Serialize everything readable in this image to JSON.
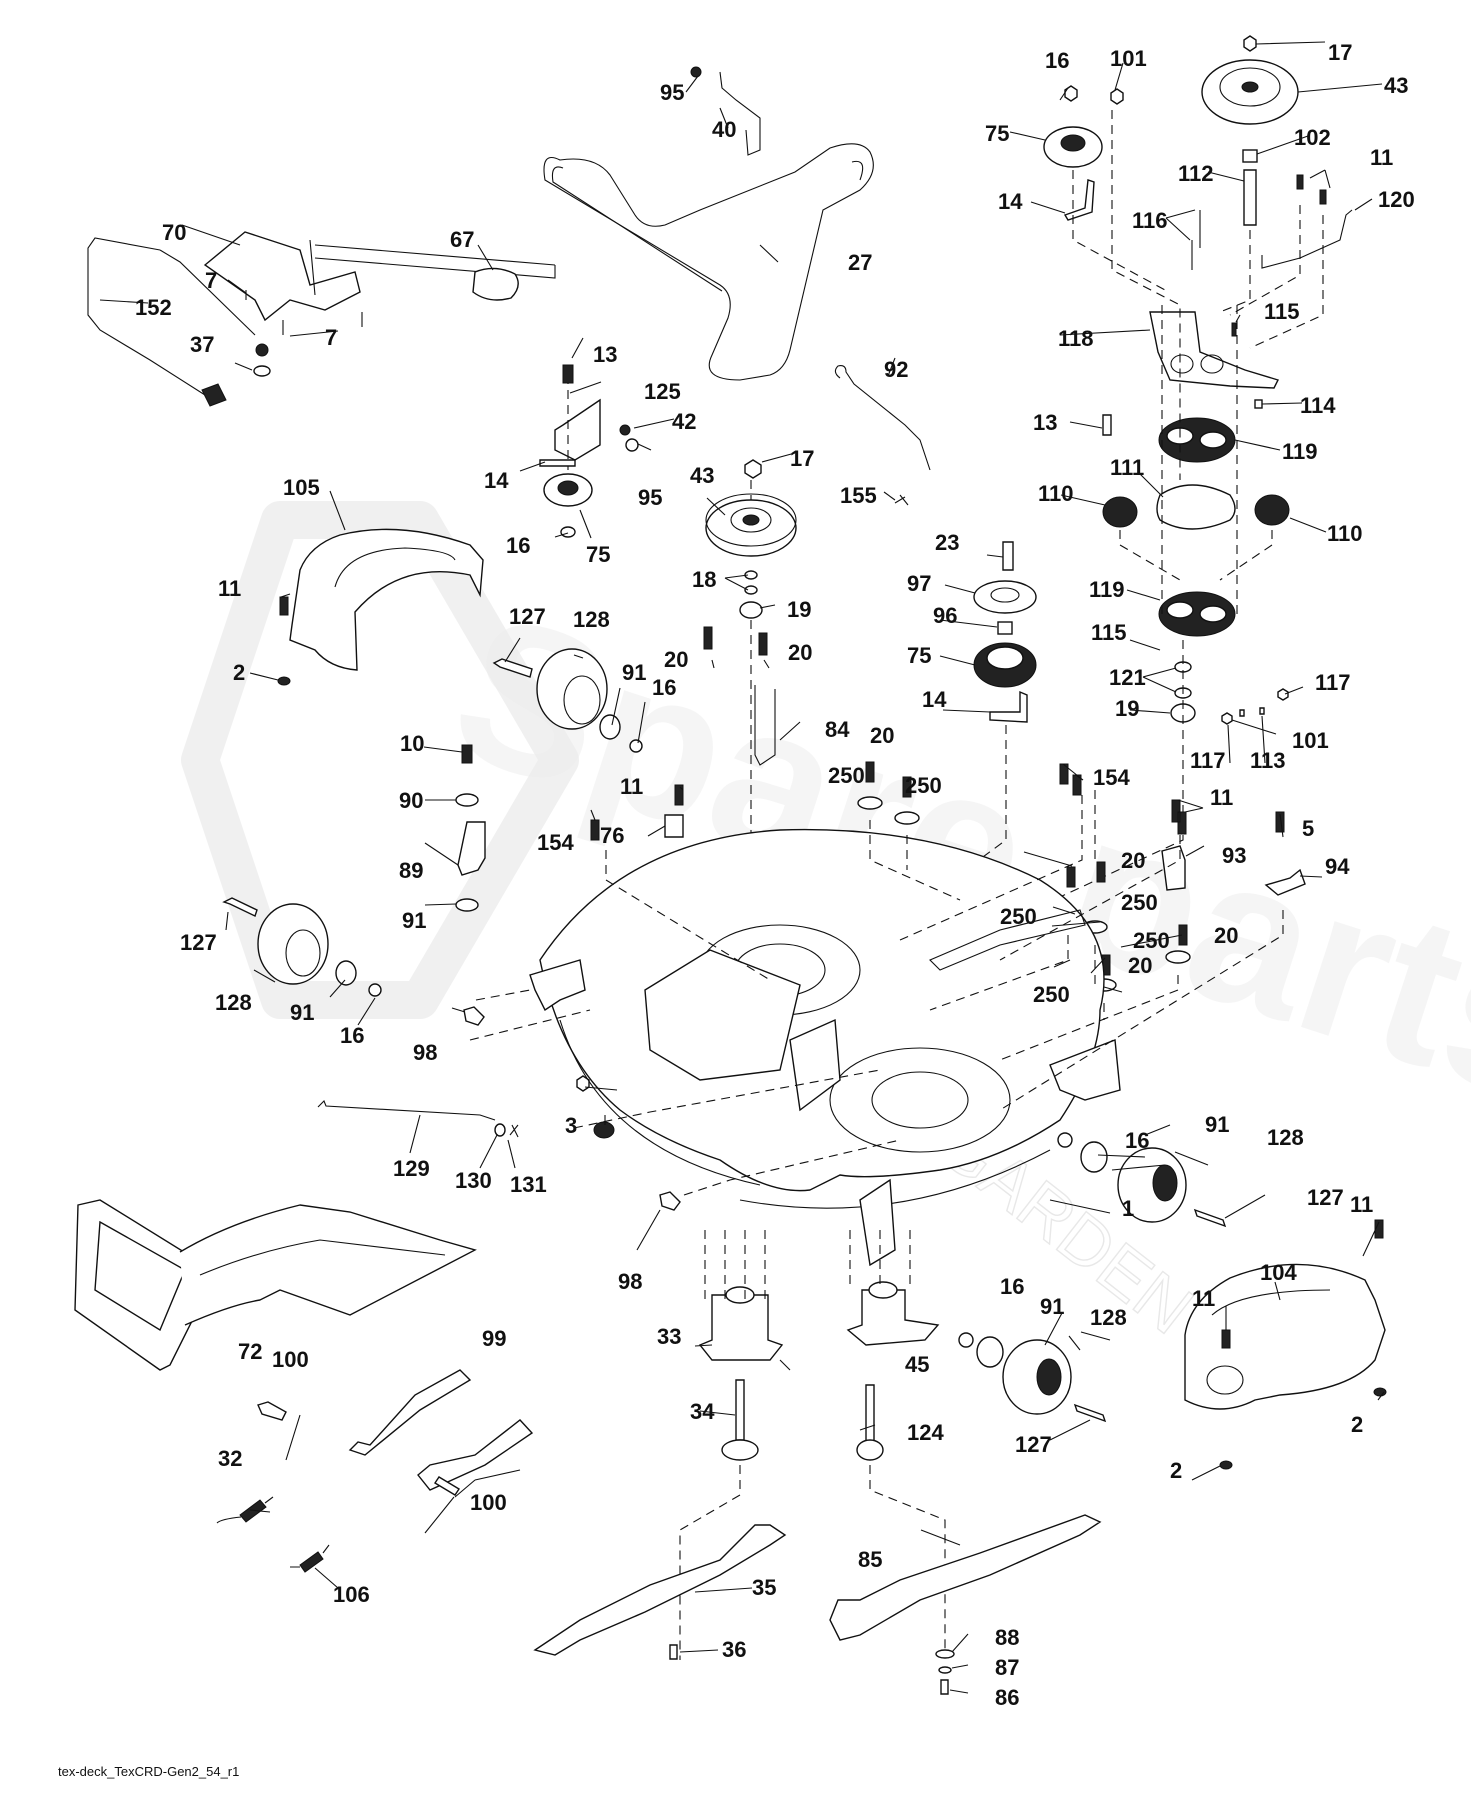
{
  "diagram": {
    "type": "exploded-parts-diagram",
    "subject": "Mower deck assembly",
    "caption": "tex-deck_TexCRD-Gen2_54_r1",
    "watermark": {
      "main": "Spare parts",
      "sub": "GARDEN",
      "color": "#ececec"
    },
    "line_color": "#111111",
    "callouts": [
      {
        "id": "c95a",
        "label": "95"
      },
      {
        "id": "c40",
        "label": "40"
      },
      {
        "id": "c27",
        "label": "27"
      },
      {
        "id": "c70",
        "label": "70"
      },
      {
        "id": "c67",
        "label": "67"
      },
      {
        "id": "c7a",
        "label": "7"
      },
      {
        "id": "c7b",
        "label": "7"
      },
      {
        "id": "c152",
        "label": "152"
      },
      {
        "id": "c37",
        "label": "37"
      },
      {
        "id": "c13a",
        "label": "13"
      },
      {
        "id": "c125",
        "label": "125"
      },
      {
        "id": "c42",
        "label": "42"
      },
      {
        "id": "c14a",
        "label": "14"
      },
      {
        "id": "c95b",
        "label": "95"
      },
      {
        "id": "c16a",
        "label": "16"
      },
      {
        "id": "c75a",
        "label": "75"
      },
      {
        "id": "c92",
        "label": "92"
      },
      {
        "id": "c155",
        "label": "155"
      },
      {
        "id": "c17a",
        "label": "17"
      },
      {
        "id": "c43a",
        "label": "43"
      },
      {
        "id": "c18",
        "label": "18"
      },
      {
        "id": "c19a",
        "label": "19"
      },
      {
        "id": "c105",
        "label": "105"
      },
      {
        "id": "c11a",
        "label": "11"
      },
      {
        "id": "c2a",
        "label": "2"
      },
      {
        "id": "c127a",
        "label": "127"
      },
      {
        "id": "c128a",
        "label": "128"
      },
      {
        "id": "c91a",
        "label": "91"
      },
      {
        "id": "c16b",
        "label": "16"
      },
      {
        "id": "c20a",
        "label": "20"
      },
      {
        "id": "c20b",
        "label": "20"
      },
      {
        "id": "c84",
        "label": "84"
      },
      {
        "id": "c10",
        "label": "10"
      },
      {
        "id": "c90",
        "label": "90"
      },
      {
        "id": "c11b",
        "label": "11"
      },
      {
        "id": "c76",
        "label": "76"
      },
      {
        "id": "c89",
        "label": "89"
      },
      {
        "id": "c91b",
        "label": "91"
      },
      {
        "id": "c154a",
        "label": "154"
      },
      {
        "id": "c20c",
        "label": "20"
      },
      {
        "id": "c250a",
        "label": "250"
      },
      {
        "id": "c250b",
        "label": "250"
      },
      {
        "id": "c16c",
        "label": "16"
      },
      {
        "id": "c101a",
        "label": "101"
      },
      {
        "id": "c75b",
        "label": "75"
      },
      {
        "id": "c14b",
        "label": "14"
      },
      {
        "id": "c17b",
        "label": "17"
      },
      {
        "id": "c43b",
        "label": "43"
      },
      {
        "id": "c102",
        "label": "102"
      },
      {
        "id": "c112",
        "label": "112"
      },
      {
        "id": "c11c",
        "label": "11"
      },
      {
        "id": "c120",
        "label": "120"
      },
      {
        "id": "c116",
        "label": "116"
      },
      {
        "id": "c115a",
        "label": "115"
      },
      {
        "id": "c118",
        "label": "118"
      },
      {
        "id": "c114",
        "label": "114"
      },
      {
        "id": "c13b",
        "label": "13"
      },
      {
        "id": "c119a",
        "label": "119"
      },
      {
        "id": "c111",
        "label": "111"
      },
      {
        "id": "c110a",
        "label": "110"
      },
      {
        "id": "c110b",
        "label": "110"
      },
      {
        "id": "c23",
        "label": "23"
      },
      {
        "id": "c97",
        "label": "97"
      },
      {
        "id": "c96",
        "label": "96"
      },
      {
        "id": "c75c",
        "label": "75"
      },
      {
        "id": "c14c",
        "label": "14"
      },
      {
        "id": "c119b",
        "label": "119"
      },
      {
        "id": "c115b",
        "label": "115"
      },
      {
        "id": "c121",
        "label": "121"
      },
      {
        "id": "c19b",
        "label": "19"
      },
      {
        "id": "c117a",
        "label": "117"
      },
      {
        "id": "c101b",
        "label": "101"
      },
      {
        "id": "c117b",
        "label": "117"
      },
      {
        "id": "c113",
        "label": "113"
      },
      {
        "id": "c154b",
        "label": "154"
      },
      {
        "id": "c11d",
        "label": "11"
      },
      {
        "id": "c93",
        "label": "93"
      },
      {
        "id": "c5",
        "label": "5"
      },
      {
        "id": "c94",
        "label": "94"
      },
      {
        "id": "c20d",
        "label": "20"
      },
      {
        "id": "c250c",
        "label": "250"
      },
      {
        "id": "c250d",
        "label": "250"
      },
      {
        "id": "c20e",
        "label": "20"
      },
      {
        "id": "c250e",
        "label": "250"
      },
      {
        "id": "c20f",
        "label": "20"
      },
      {
        "id": "c250f",
        "label": "250"
      },
      {
        "id": "c127b",
        "label": "127"
      },
      {
        "id": "c128b",
        "label": "128"
      },
      {
        "id": "c91c",
        "label": "91"
      },
      {
        "id": "c16d",
        "label": "16"
      },
      {
        "id": "c98a",
        "label": "98"
      },
      {
        "id": "c3",
        "label": "3"
      },
      {
        "id": "c129",
        "label": "129"
      },
      {
        "id": "c130",
        "label": "130"
      },
      {
        "id": "c131",
        "label": "131"
      },
      {
        "id": "c98b",
        "label": "98"
      },
      {
        "id": "c1",
        "label": "1"
      },
      {
        "id": "c16e",
        "label": "16"
      },
      {
        "id": "c91d",
        "label": "91"
      },
      {
        "id": "c128c",
        "label": "128"
      },
      {
        "id": "c127c",
        "label": "127"
      },
      {
        "id": "c11e",
        "label": "11"
      },
      {
        "id": "c104",
        "label": "104"
      },
      {
        "id": "c11f",
        "label": "11"
      },
      {
        "id": "c2b",
        "label": "2"
      },
      {
        "id": "c2c",
        "label": "2"
      },
      {
        "id": "c72",
        "label": "72"
      },
      {
        "id": "c99",
        "label": "99"
      },
      {
        "id": "c100a",
        "label": "100"
      },
      {
        "id": "c100b",
        "label": "100"
      },
      {
        "id": "c32",
        "label": "32"
      },
      {
        "id": "c106",
        "label": "106"
      },
      {
        "id": "c33",
        "label": "33"
      },
      {
        "id": "c45",
        "label": "45"
      },
      {
        "id": "c34",
        "label": "34"
      },
      {
        "id": "c124",
        "label": "124"
      },
      {
        "id": "c16f",
        "label": "16"
      },
      {
        "id": "c91e",
        "label": "91"
      },
      {
        "id": "c128d",
        "label": "128"
      },
      {
        "id": "c127d",
        "label": "127"
      },
      {
        "id": "c85",
        "label": "85"
      },
      {
        "id": "c35",
        "label": "35"
      },
      {
        "id": "c36",
        "label": "36"
      },
      {
        "id": "c88",
        "label": "88"
      },
      {
        "id": "c87",
        "label": "87"
      },
      {
        "id": "c86",
        "label": "86"
      }
    ]
  }
}
